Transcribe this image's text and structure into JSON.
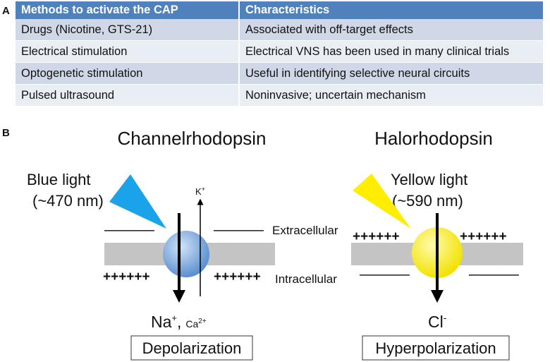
{
  "panel_a": {
    "letter": "A",
    "header": [
      "Methods to activate the CAP",
      "Characteristics"
    ],
    "rows": [
      [
        "Drugs (Nicotine, GTS-21)",
        "Associated with off-target effects"
      ],
      [
        "Electrical stimulation",
        "Electrical VNS has been used in many clinical trials"
      ],
      [
        "Optogenetic stimulation",
        "Useful in identifying selective neural circuits"
      ],
      [
        "Pulsed ultrasound",
        "Noninvasive; uncertain mechanism"
      ]
    ]
  },
  "panel_b": {
    "letter": "B",
    "channelrhodopsin": {
      "title": "Channelrhodopsin",
      "light_line1": "Blue light",
      "light_line2": "(~470 nm)",
      "out_ion": "K",
      "out_ion_sup": "+",
      "in_ion_na": "Na",
      "in_ion_na_sup": "+",
      "in_ion_comma": ",",
      "in_ion_ca": "Ca",
      "in_ion_ca_sup": "2+",
      "top_charge": "─────",
      "bottom_charge": "++++++",
      "result": "Depolarization",
      "light_color": "#1aa3e8",
      "channel_color": "#5b8fd0"
    },
    "halorhodopsin": {
      "title": "Halorhodopsin",
      "light_line1": "Yellow light",
      "light_line2": "(~590 nm)",
      "in_ion": "Cl",
      "in_ion_sup": "-",
      "top_charge": "++++++",
      "bottom_charge": "─────",
      "result": "Hyperpolarization",
      "light_color": "#ffee00",
      "channel_color": "#f2e200"
    },
    "extracellular": "Extracellular",
    "intracellular": "Intracellular"
  }
}
